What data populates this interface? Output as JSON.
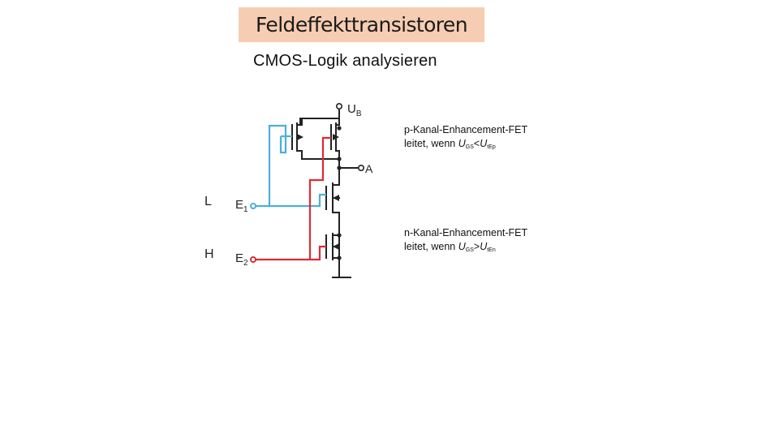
{
  "title": "Feldeffekttransistoren",
  "subtitle": "CMOS-Logik analysieren",
  "levels": {
    "top": "L",
    "bottom": "H"
  },
  "circuit": {
    "supply": "U",
    "supply_sub": "B",
    "output": "A",
    "input1": "E",
    "input1_sub": "1",
    "input2": "E",
    "input2_sub": "2",
    "colors": {
      "wire": "#222222",
      "input1": "#4ab0d8",
      "input2": "#dd2b35"
    }
  },
  "notes": {
    "pfet": {
      "line1": "p-Kanal-Enhancement-FET",
      "prefix": "leitet, wenn ",
      "u1": "U",
      "u1_sub": "GS",
      "op": "<",
      "u2": "U",
      "u2_sub": "tEp"
    },
    "nfet": {
      "line1": "n-Kanal-Enhancement-FET",
      "prefix": "leitet, wenn ",
      "u1": "U",
      "u1_sub": "GS",
      "op": ">",
      "u2": "U",
      "u2_sub": "tEn"
    }
  }
}
